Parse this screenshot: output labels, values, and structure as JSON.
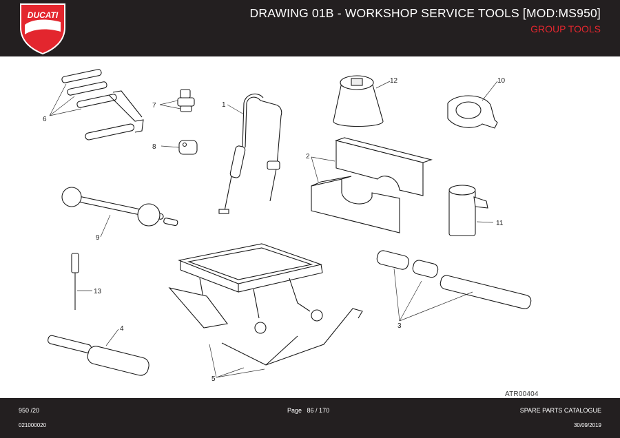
{
  "header": {
    "title": "DRAWING 01B - WORKSHOP SERVICE TOOLS [MOD:MS950]",
    "subtitle": "GROUP TOOLS",
    "logo_text": "DUCATI",
    "accent_color": "#e3262e",
    "bar_color": "#231f20"
  },
  "drawing": {
    "code": "ATR00404",
    "callouts": [
      "1",
      "2",
      "3",
      "4",
      "5",
      "6",
      "7",
      "8",
      "9",
      "10",
      "11",
      "12",
      "13"
    ]
  },
  "footer": {
    "model": "950 /20",
    "doc_code": "021000020",
    "page_label": "Page",
    "page": "86 / 170",
    "catalogue": "SPARE PARTS CATALOGUE",
    "date": "30/09/2019"
  }
}
